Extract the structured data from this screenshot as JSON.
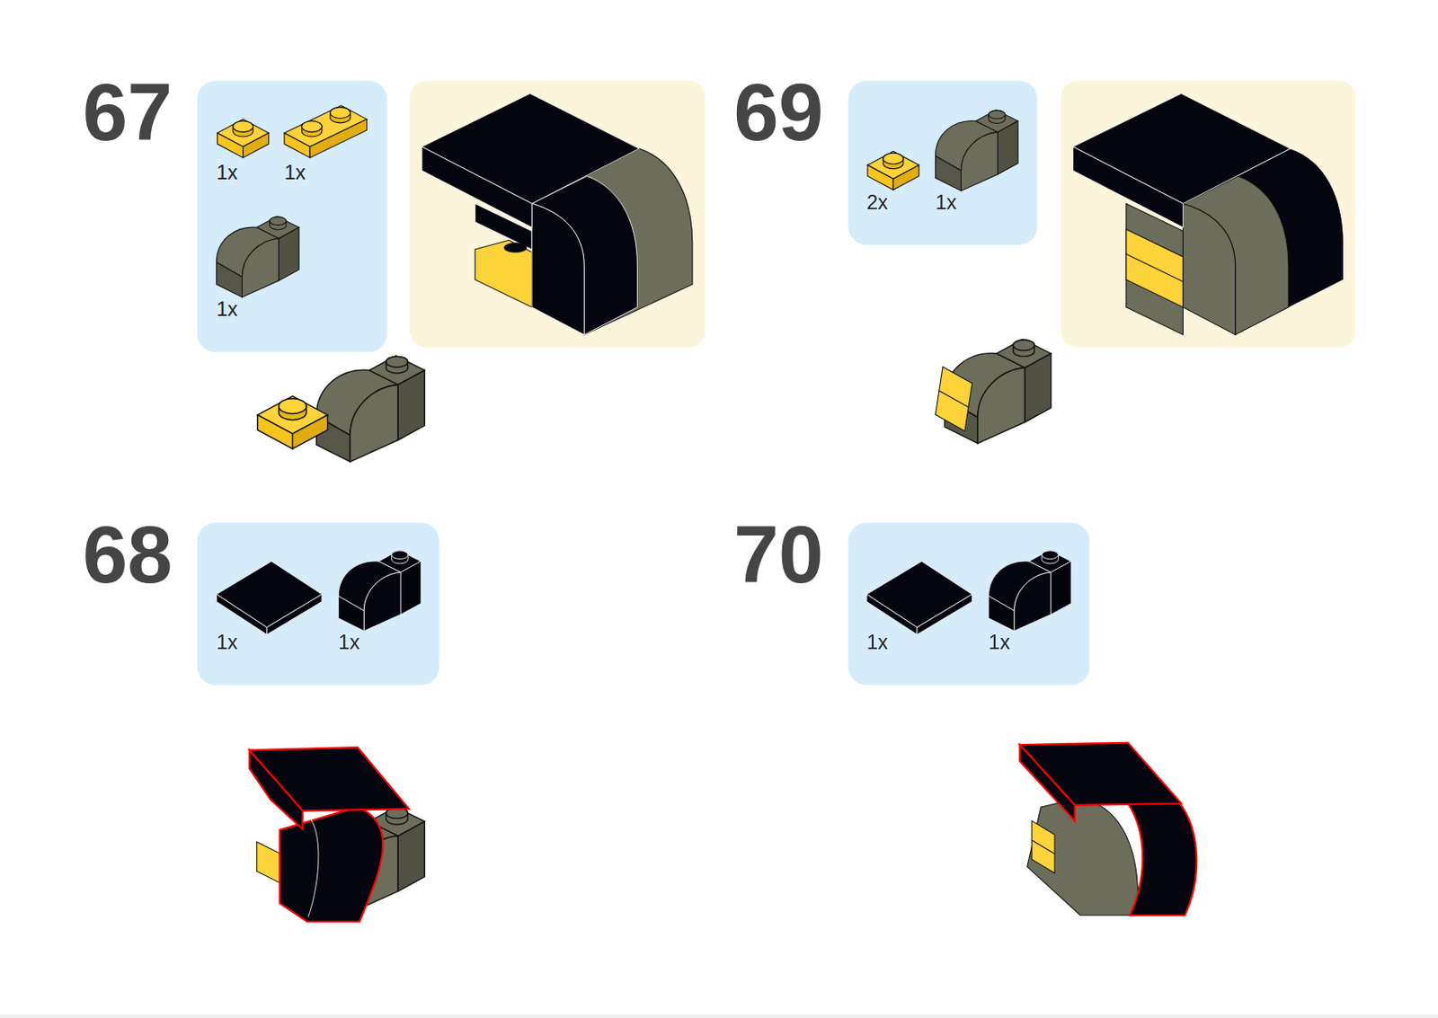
{
  "diagram": {
    "nodes": [
      {
        "text": [
          "1x",
          "1x",
          "1x"
        ]
      },
      {
        "text": [
          "2x",
          "1x"
        ]
      },
      {
        "text": [
          "1x",
          "1x"
        ]
      },
      {
        "text": [
          "1x",
          "1x"
        ]
      }
    ],
    "labels": [
      "67",
      "69",
      "68",
      "70"
    ]
  }
}
